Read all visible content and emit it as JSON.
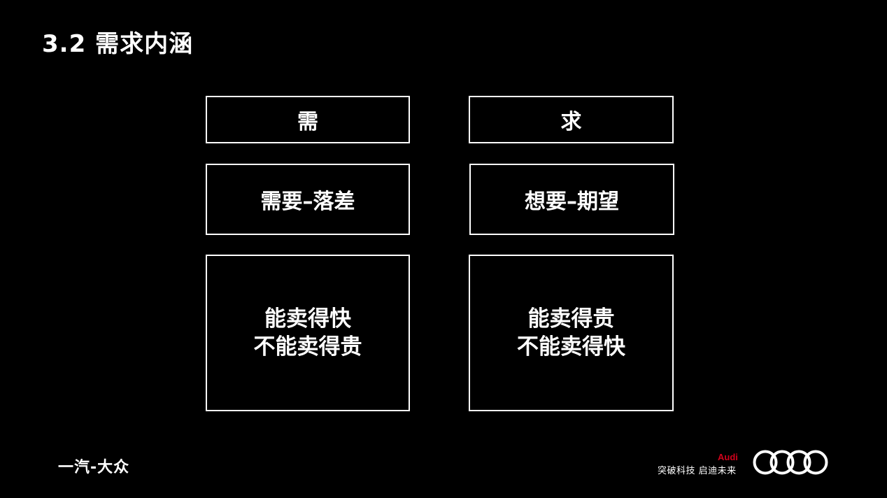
{
  "slide": {
    "title": "3.2 需求内涵"
  },
  "boxes": {
    "xu": "需",
    "qiu": "求",
    "need": "需要–落差",
    "want": "想要–期望",
    "need_detail": [
      "能卖得快",
      "不能卖得贵"
    ],
    "want_detail": [
      "能卖得贵",
      "不能卖得快"
    ]
  },
  "footer": {
    "left_brand": "一汽-大众",
    "audi_text": "Audi",
    "slogan": "突破科技 启迪未来",
    "logo_icon": "audi-rings-icon"
  },
  "colors": {
    "background": "#000000",
    "text": "#ffffff",
    "audi_red": "#d0021b"
  }
}
